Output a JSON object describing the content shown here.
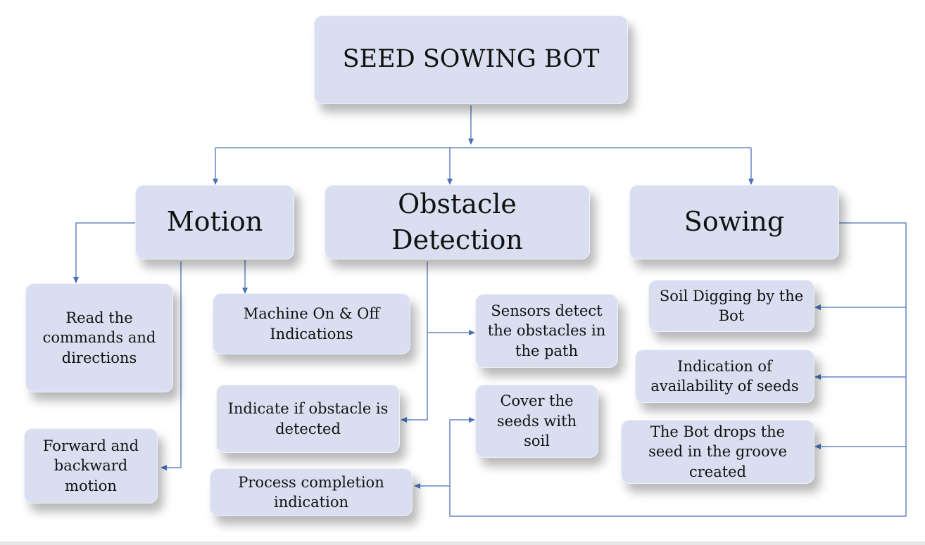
{
  "title": "SEED SOWING BOT",
  "categories": {
    "motion": "Motion",
    "obstacle": "Obstacle Detection",
    "sowing": "Sowing"
  },
  "nodes": {
    "read_commands": "Read the commands and directions",
    "forward_backward": "Forward and backward motion",
    "machine_on_off": "Machine On & Off Indications",
    "indicate_obstacle": "Indicate if obstacle is detected",
    "process_completion": "Process completion indication",
    "sensors_detect": "Sensors detect the obstacles in the path",
    "cover_seeds": "Cover the seeds with soil",
    "soil_digging": "Soil Digging by the Bot",
    "seed_availability": "Indication of availability of seeds",
    "drops_seed": "The Bot drops the seed in the groove created"
  },
  "colors": {
    "box_fill": "#d9dff0",
    "connector": "#4a72b8"
  }
}
